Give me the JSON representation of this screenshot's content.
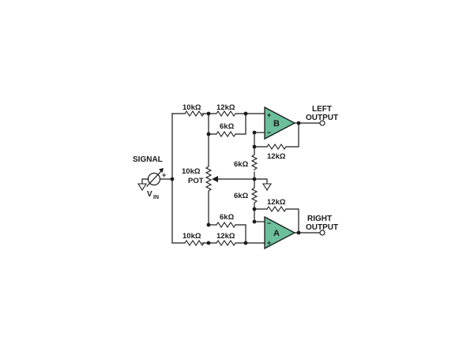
{
  "labels": {
    "signal": "SIGNAL",
    "vin": "V",
    "vin_sub": "IN",
    "pot_value": "10kΩ",
    "pot": "POT",
    "left_output_1": "LEFT",
    "left_output_2": "OUTPUT",
    "right_output_1": "RIGHT",
    "right_output_2": "OUTPUT"
  },
  "components": {
    "r_top_input": "10kΩ",
    "r_top_series": "12kΩ",
    "r_top_parallel": "6kΩ",
    "r_top_feedback": "12kΩ",
    "r_mid_upper": "6kΩ",
    "r_mid_lower": "6kΩ",
    "r_bot_feedback": "12kΩ",
    "r_bot_parallel": "6kΩ",
    "r_bot_series": "12kΩ",
    "r_bot_input": "10kΩ"
  },
  "opamps": {
    "top": {
      "name": "B",
      "plus": "+",
      "minus": "−"
    },
    "bottom": {
      "name": "A",
      "plus": "+",
      "minus": "−"
    }
  },
  "source": {
    "plus": "+"
  },
  "colors": {
    "opamp_fill": "#6bbf9a",
    "wire": "#1a1a1a"
  }
}
